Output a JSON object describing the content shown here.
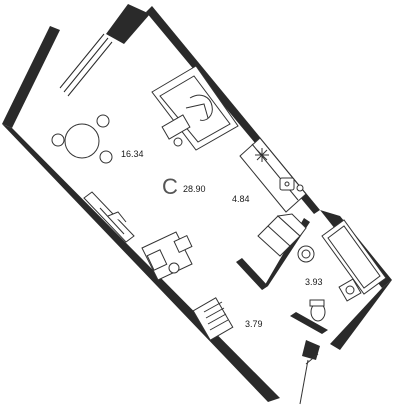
{
  "plan": {
    "studio_letter": "С",
    "total_area": "28.90",
    "rooms": [
      {
        "id": "living",
        "area": "16.34"
      },
      {
        "id": "kitchen",
        "area": "4.84"
      },
      {
        "id": "bathroom",
        "area": "3.93"
      },
      {
        "id": "hall",
        "area": "3.79"
      }
    ]
  }
}
